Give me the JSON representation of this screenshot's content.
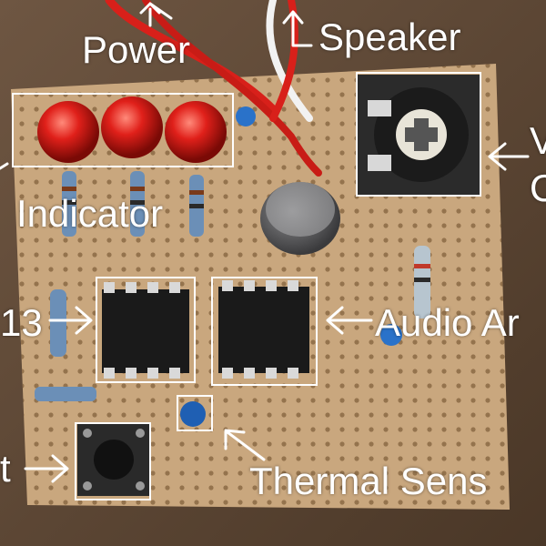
{
  "labels": {
    "power": "Power",
    "speaker": "Speaker",
    "indicator": "Indicator",
    "chip_left": "13",
    "audio_amp": "Audio Ar",
    "thermal_sensor": "Thermal Sens",
    "button": "t",
    "vol_top": "V",
    "vol_bottom": "C"
  },
  "colors": {
    "board": "#caa77f",
    "led_red": "#e0201a",
    "chip": "#1a1a1a",
    "annotation": "#ffffff"
  },
  "icons": {
    "arrow": "arrow-left-icon",
    "arrow_up": "arrow-up-icon"
  }
}
